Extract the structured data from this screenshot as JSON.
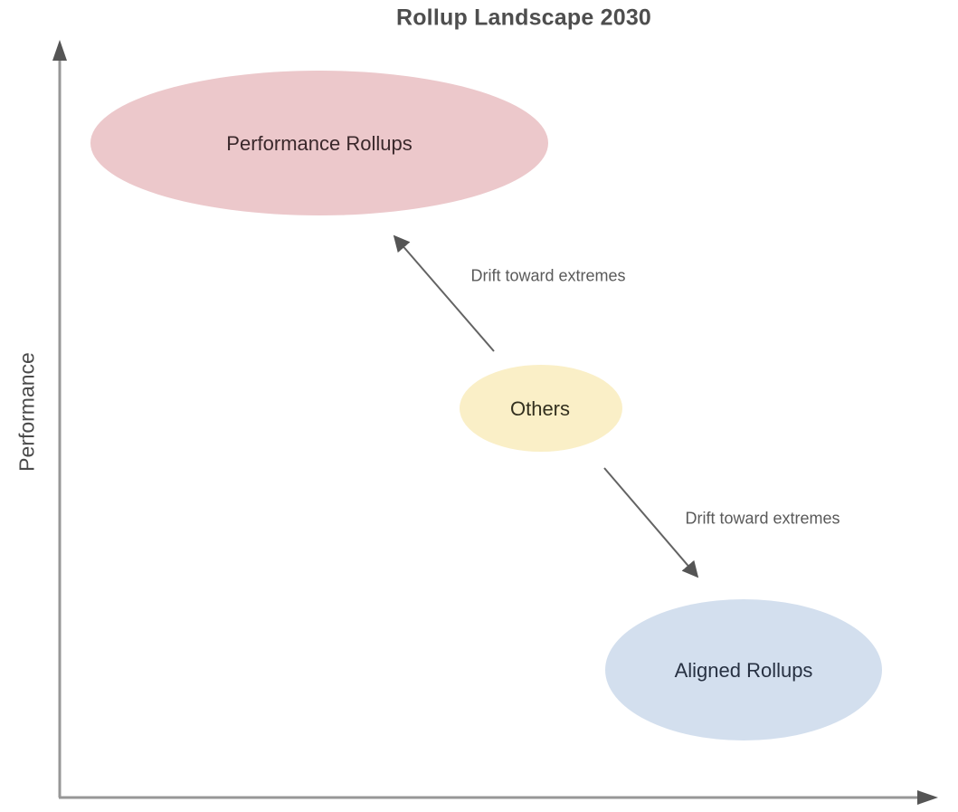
{
  "title": "Rollup Landscape 2030",
  "axes": {
    "y_label": "Performance"
  },
  "colors": {
    "axis_line": "#979797",
    "axis_arrowhead": "#555555",
    "drift_arrow": "#636363",
    "node_pink": "#ecc8cb",
    "node_yellow": "#faefc7",
    "node_blue": "#d3dfee"
  },
  "nodes": {
    "performance_rollups": {
      "label": "Performance Rollups",
      "fill": "#ecc8cb"
    },
    "others": {
      "label": "Others",
      "fill": "#faefc7"
    },
    "aligned_rollups": {
      "label": "Aligned Rollups",
      "fill": "#d3dfee"
    }
  },
  "arrows": {
    "to_performance": {
      "label": "Drift toward extremes"
    },
    "to_aligned": {
      "label": "Drift toward extremes"
    }
  }
}
